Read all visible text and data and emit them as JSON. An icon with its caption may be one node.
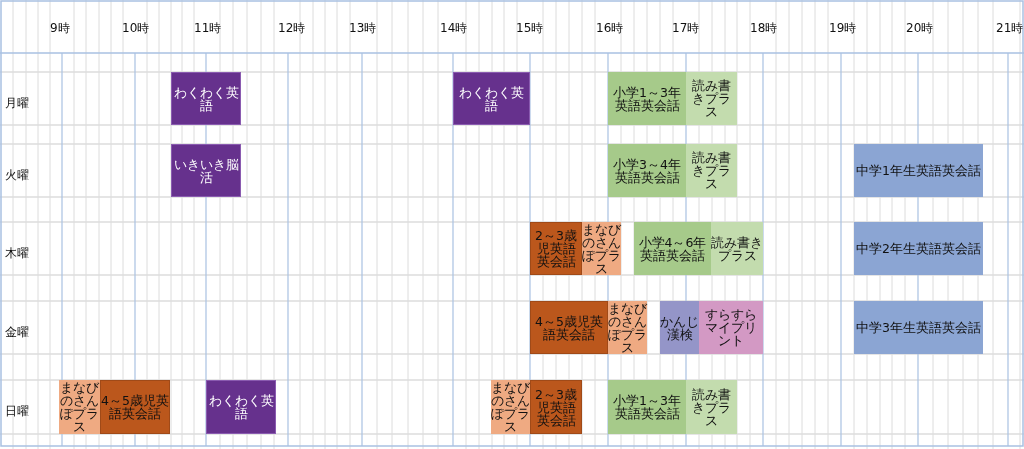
{
  "diagram": {
    "nodes": [
      {
        "text": [
          "わくわく英語"
        ]
      },
      {
        "text": [
          "わくわく英語"
        ]
      },
      {
        "text": [
          "小学1～3年英語英会話"
        ]
      },
      {
        "text": [
          "読み書きプラス"
        ]
      },
      {
        "text": [
          "いきいき脳活"
        ]
      },
      {
        "text": [
          "小学3～4年英語英会話"
        ]
      },
      {
        "text": [
          "読み書きプラス"
        ]
      },
      {
        "text": [
          "中学1年生英語英会話"
        ]
      },
      {
        "text": [
          "2～3歳児英語英会話"
        ]
      },
      {
        "text": [
          "まなびのさんぽプラス"
        ]
      },
      {
        "text": [
          "小学4～6年英語英会話"
        ]
      },
      {
        "text": [
          "読み書きプラス"
        ]
      },
      {
        "text": [
          "中学2年生英語英会話"
        ]
      },
      {
        "text": [
          "4～5歳児英語英会話"
        ]
      },
      {
        "text": [
          "まなびのさんぽプラス"
        ]
      },
      {
        "text": [
          "かんじ漢検"
        ]
      },
      {
        "text": [
          "すらすらマイプリント"
        ]
      },
      {
        "text": [
          "中学3年生英語英会話"
        ]
      },
      {
        "text": [
          "まなびのさんぽプラス"
        ]
      },
      {
        "text": [
          "4～5歳児英語英会話"
        ]
      },
      {
        "text": [
          "わくわく英語"
        ]
      },
      {
        "text": [
          "まなびのさんぽプラス"
        ]
      },
      {
        "text": [
          "2～3歳児英語英会話"
        ]
      },
      {
        "text": [
          "小学1～3年英語英会話"
        ]
      },
      {
        "text": [
          "読み書きプラス"
        ]
      }
    ],
    "labels": [
      "9時",
      "10時",
      "11時",
      "12時",
      "13時",
      "14時",
      "15時",
      "16時",
      "17時",
      "18時",
      "19時",
      "20時",
      "21時",
      "月曜",
      "火曜",
      "木曜",
      "金曜",
      "日曜"
    ]
  }
}
